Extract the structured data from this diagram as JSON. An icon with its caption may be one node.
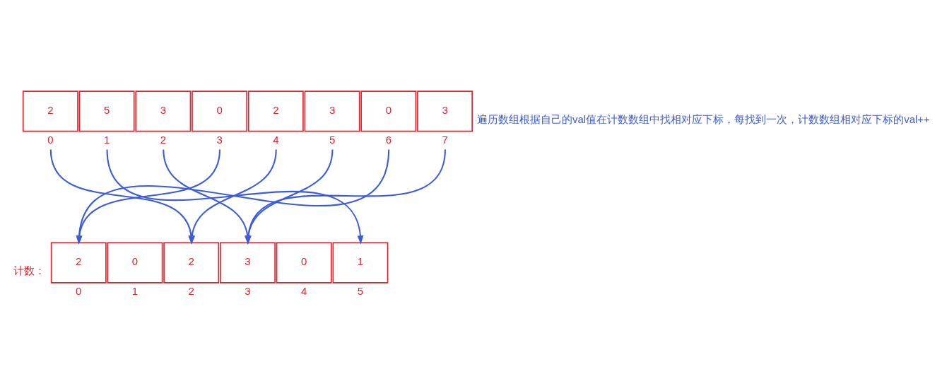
{
  "diagram": {
    "nodes": [
      {
        "text": [
          "2"
        ],
        "beside": [
          "0"
        ]
      },
      {
        "text": [
          "5"
        ],
        "beside": [
          "1"
        ]
      },
      {
        "text": [
          "3"
        ],
        "beside": [
          "2"
        ]
      },
      {
        "text": [
          "0"
        ],
        "beside": [
          "3"
        ]
      },
      {
        "text": [
          "2"
        ],
        "beside": [
          "4"
        ]
      },
      {
        "text": [
          "3"
        ],
        "beside": [
          "5"
        ]
      },
      {
        "text": [
          "0"
        ],
        "beside": [
          "6"
        ]
      },
      {
        "text": [
          "3"
        ],
        "beside": [
          "7"
        ]
      },
      {
        "text": [
          "2"
        ],
        "beside": [
          "0"
        ]
      },
      {
        "text": [
          "0"
        ],
        "beside": [
          "1"
        ]
      },
      {
        "text": [
          "2"
        ],
        "beside": [
          "2"
        ]
      },
      {
        "text": [
          "3"
        ],
        "beside": [
          "3"
        ]
      },
      {
        "text": [
          "0"
        ],
        "beside": [
          "4"
        ]
      },
      {
        "text": [
          "1"
        ],
        "beside": [
          "5"
        ]
      }
    ],
    "edges": [
      {
        "from": 0,
        "to": 10,
        "arrow": "to"
      },
      {
        "from": 1,
        "to": 13,
        "arrow": "to"
      },
      {
        "from": 2,
        "to": 11,
        "arrow": "to"
      },
      {
        "from": 3,
        "to": 8,
        "arrow": "to"
      },
      {
        "from": 4,
        "to": 10,
        "arrow": "to"
      },
      {
        "from": 5,
        "to": 11,
        "arrow": "to"
      },
      {
        "from": 6,
        "to": 8,
        "arrow": "to"
      },
      {
        "from": 7,
        "to": 11,
        "arrow": "to"
      }
    ],
    "labels": [
      "遍历数组根据自己的val值在计数数组中找相对应下标，每找到一次，计数数组相对应下标的val++",
      "计数："
    ]
  }
}
